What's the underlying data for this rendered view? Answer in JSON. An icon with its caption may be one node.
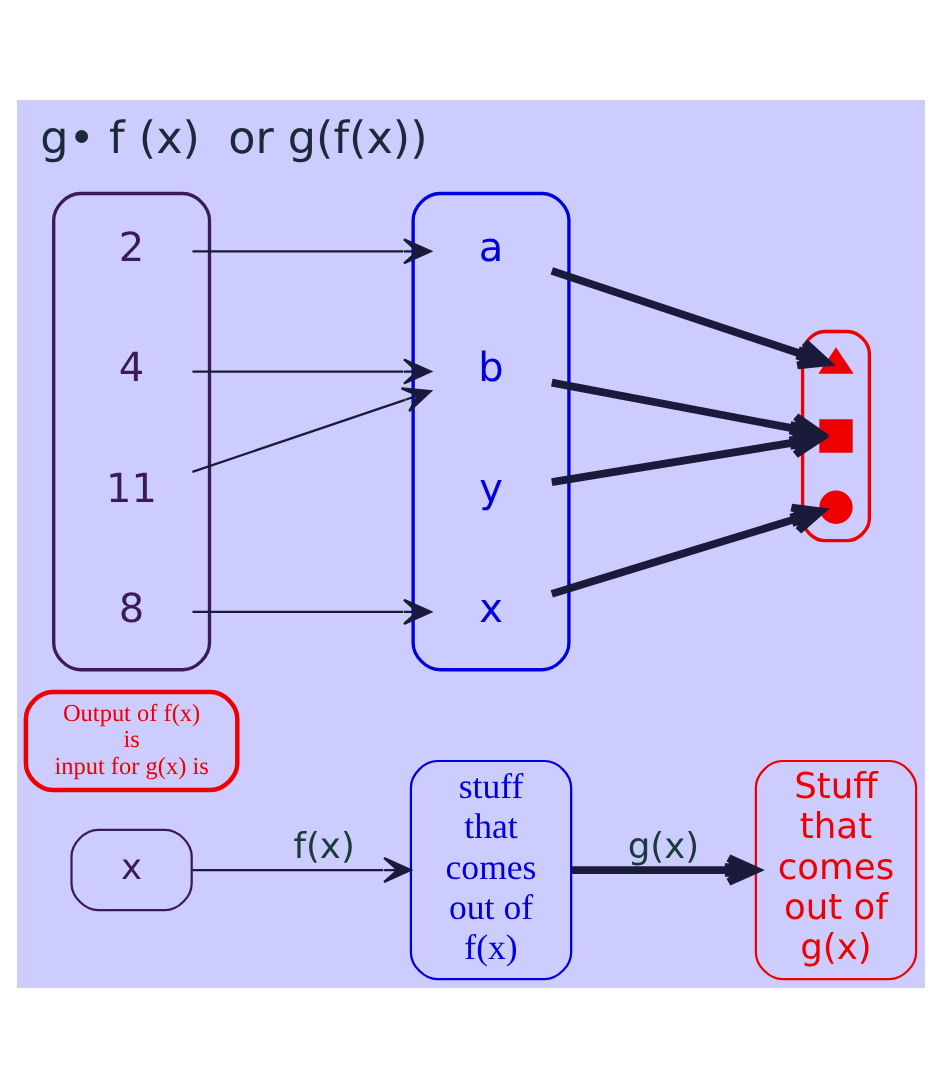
{
  "diagram": {
    "title": "g• f (x)  or g(f(x))",
    "nodes": [
      {
        "text": [
          "x"
        ]
      },
      {
        "text": [
          "stuff that comes out of f(x)"
        ]
      },
      {
        "text": [
          "Stuff that comes out of g(x)"
        ]
      },
      {
        "text": [
          "Output of f(x) is input for g(x) is"
        ]
      },
      {
        "text": [],
        "shape": "ellipse"
      },
      {
        "text": [
          "2"
        ],
        "in": 4
      },
      {
        "text": [
          "4"
        ],
        "in": 4
      },
      {
        "text": [
          "11"
        ],
        "in": 4
      },
      {
        "text": [
          "8"
        ],
        "in": 4
      },
      {
        "text": [],
        "shape": "ellipse"
      },
      {
        "text": [
          "a"
        ],
        "in": 9
      },
      {
        "text": [
          "b"
        ],
        "in": 9
      },
      {
        "text": [
          "y"
        ],
        "in": 9
      },
      {
        "text": [
          "x"
        ],
        "in": 9
      },
      {
        "text": [],
        "shape": "ellipse"
      },
      {
        "text": [],
        "shape": "triangle",
        "in": 14
      },
      {
        "text": [],
        "shape": "box",
        "in": 14
      },
      {
        "text": [],
        "shape": "circle",
        "in": 14
      }
    ],
    "edges": [
      {
        "from": 0,
        "to": 1,
        "arrow": "to",
        "label": "f(x)"
      },
      {
        "from": 1,
        "to": 2,
        "arrow": "to",
        "label": "g(x)",
        "style": "thick"
      },
      {
        "from": 5,
        "to": 10,
        "arrow": "to"
      },
      {
        "from": 6,
        "to": 11,
        "arrow": "to"
      },
      {
        "from": 7,
        "to": 11,
        "arrow": "to"
      },
      {
        "from": 8,
        "to": 13,
        "arrow": "to"
      },
      {
        "from": 10,
        "to": 15,
        "arrow": "to",
        "style": "thick"
      },
      {
        "from": 11,
        "to": 16,
        "arrow": "to",
        "style": "thick"
      },
      {
        "from": 12,
        "to": 16,
        "arrow": "to",
        "style": "thick"
      },
      {
        "from": 13,
        "to": 17,
        "arrow": "to",
        "style": "thick"
      }
    ]
  }
}
